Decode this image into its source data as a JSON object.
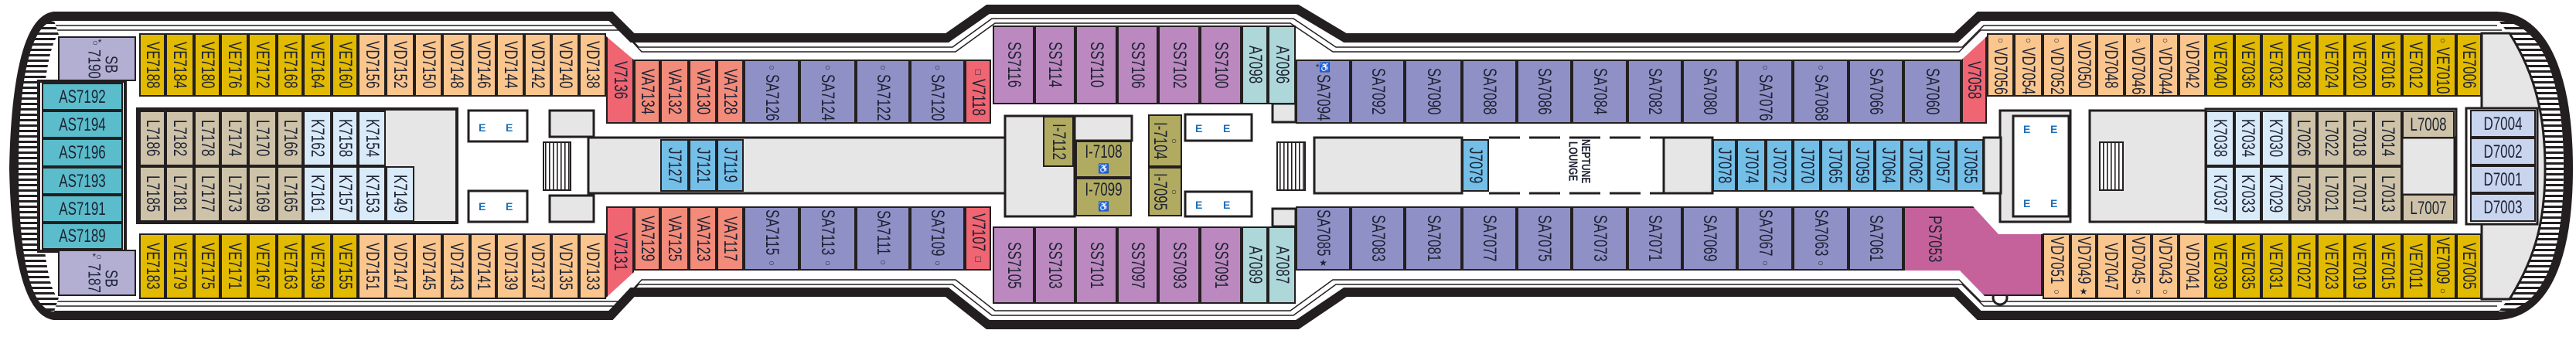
{
  "category_colors": {
    "VE": "#e2ba00",
    "VD": "#fbc68e",
    "L": "#cec3a9",
    "K": "#d9eaf8",
    "AS": "#5bbdcb",
    "SB": "#b2afd3",
    "V": "#ef6572",
    "VA": "#f38b7a",
    "SA": "#8f91c6",
    "SS": "#bb89bf",
    "A": "#aed7d9",
    "J": "#73bfe8",
    "I": "#b1ab62",
    "D": "#c9d5ef",
    "PS": "#c6629b"
  },
  "elevator_label": "E",
  "lounge": {
    "line1": "NEPTUNE",
    "line2": "LOUNGE"
  },
  "rows": {
    "left_top": [
      {
        "label": "VE7188"
      },
      {
        "label": "VE7184"
      },
      {
        "label": "VE7180"
      },
      {
        "label": "VE7176"
      },
      {
        "label": "VE7172"
      },
      {
        "label": "VE7168"
      },
      {
        "label": "VE7164"
      },
      {
        "label": "VE7160"
      },
      {
        "label": "VD7156"
      },
      {
        "label": "VD7152"
      },
      {
        "label": "VD7150"
      },
      {
        "label": "VD7148"
      },
      {
        "label": "VD7146"
      },
      {
        "label": "VD7144"
      },
      {
        "label": "VD7142"
      },
      {
        "label": "VD7140"
      },
      {
        "label": "VD7138"
      }
    ],
    "left_bottom": [
      {
        "label": "VE7183"
      },
      {
        "label": "VE7179"
      },
      {
        "label": "VE7175"
      },
      {
        "label": "VE7171"
      },
      {
        "label": "VE7167"
      },
      {
        "label": "VE7163"
      },
      {
        "label": "VE7159"
      },
      {
        "label": "VE7155"
      },
      {
        "label": "VD7151"
      },
      {
        "label": "VD7147"
      },
      {
        "label": "VD7145"
      },
      {
        "label": "VD7143"
      },
      {
        "label": "VD7141"
      },
      {
        "label": "VD7139"
      },
      {
        "label": "VD7137"
      },
      {
        "label": "VD7135"
      },
      {
        "label": "VD7133"
      }
    ],
    "left_center_top": [
      {
        "label": "L7186"
      },
      {
        "label": "L7182"
      },
      {
        "label": "L7178"
      },
      {
        "label": "L7174"
      },
      {
        "label": "L7170"
      },
      {
        "label": "L7166"
      },
      {
        "label": "K7162"
      },
      {
        "label": "K7158"
      },
      {
        "label": "K7154"
      }
    ],
    "left_center_bottom": [
      {
        "label": "L7185"
      },
      {
        "label": "L7181"
      },
      {
        "label": "L7177"
      },
      {
        "label": "L7173"
      },
      {
        "label": "L7169"
      },
      {
        "label": "L7165"
      },
      {
        "label": "K7161"
      },
      {
        "label": "K7157"
      },
      {
        "label": "K7153"
      },
      {
        "label": "K7149"
      }
    ],
    "narrow_top_a": [
      {
        "label": "VA7134"
      },
      {
        "label": "VA7132"
      },
      {
        "label": "VA7130"
      },
      {
        "label": "VA7128"
      },
      {
        "label": "SA7126",
        "mark": "○"
      },
      {
        "label": "SA7124",
        "mark": "○"
      },
      {
        "label": "SA7122",
        "mark": "○"
      },
      {
        "label": "SA7120",
        "mark": "○"
      },
      {
        "label": "V7118",
        "mark": "□"
      }
    ],
    "narrow_bottom_a": [
      {
        "label": "VA7129"
      },
      {
        "label": "VA7125"
      },
      {
        "label": "VA7123"
      },
      {
        "label": "VA7117"
      },
      {
        "label": "SA7115",
        "mark": "○"
      },
      {
        "label": "SA7113",
        "mark": "○"
      },
      {
        "label": "SA7111",
        "mark": "○"
      },
      {
        "label": "SA7109",
        "mark": "○"
      },
      {
        "label": "V7107",
        "mark": "□"
      }
    ],
    "j_a": [
      {
        "label": "J7127"
      },
      {
        "label": "J7121"
      },
      {
        "label": "J7119"
      }
    ],
    "mid_top": [
      {
        "label": "SS7116"
      },
      {
        "label": "SS7114"
      },
      {
        "label": "SS7110"
      },
      {
        "label": "SS7106"
      },
      {
        "label": "SS7102"
      },
      {
        "label": "SS7100"
      },
      {
        "label": "A7098"
      },
      {
        "label": "A7096"
      }
    ],
    "mid_bottom": [
      {
        "label": "SS7105"
      },
      {
        "label": "SS7103"
      },
      {
        "label": "SS7101"
      },
      {
        "label": "SS7097"
      },
      {
        "label": "SS7093"
      },
      {
        "label": "SS7091"
      },
      {
        "label": "A7089"
      },
      {
        "label": "A7087"
      }
    ],
    "narrow_top_b": [
      {
        "label": "SA7094",
        "mark": "*♿"
      },
      {
        "label": "SA7092"
      },
      {
        "label": "SA7090"
      },
      {
        "label": "SA7088"
      },
      {
        "label": "SA7086"
      },
      {
        "label": "SA7084"
      },
      {
        "label": "SA7082"
      },
      {
        "label": "SA7080"
      },
      {
        "label": "SA7076",
        "mark": "○"
      },
      {
        "label": "SA7068",
        "mark": "○"
      },
      {
        "label": "SA7066"
      },
      {
        "label": "SA7060"
      }
    ],
    "narrow_bottom_b": [
      {
        "label": "SA7085",
        "mark": "★"
      },
      {
        "label": "SA7083"
      },
      {
        "label": "SA7081"
      },
      {
        "label": "SA7077"
      },
      {
        "label": "SA7075"
      },
      {
        "label": "SA7073"
      },
      {
        "label": "SA7071"
      },
      {
        "label": "SA7069"
      },
      {
        "label": "SA7067",
        "mark": "○"
      },
      {
        "label": "SA7063",
        "mark": "○"
      },
      {
        "label": "SA7061"
      }
    ],
    "j_b": [
      {
        "label": "J7078"
      },
      {
        "label": "J7074"
      },
      {
        "label": "J7072"
      },
      {
        "label": "J7070"
      },
      {
        "label": "J7065"
      },
      {
        "label": "J7059"
      },
      {
        "label": "J7064"
      },
      {
        "label": "J7062"
      },
      {
        "label": "J7057"
      },
      {
        "label": "J7055"
      }
    ],
    "right_top": [
      {
        "label": "VD7056",
        "mark": "○"
      },
      {
        "label": "VD7054",
        "mark": "○"
      },
      {
        "label": "VD7052",
        "mark": "○"
      },
      {
        "label": "VD7050"
      },
      {
        "label": "VD7048"
      },
      {
        "label": "VD7046",
        "mark": "○"
      },
      {
        "label": "VD7044",
        "mark": "○"
      },
      {
        "label": "VD7042"
      },
      {
        "label": "VE7040"
      },
      {
        "label": "VE7036"
      },
      {
        "label": "VE7032"
      },
      {
        "label": "VE7028"
      },
      {
        "label": "VE7024"
      },
      {
        "label": "VE7020"
      },
      {
        "label": "VE7016"
      },
      {
        "label": "VE7012"
      },
      {
        "label": "VE7010",
        "mark": "○"
      },
      {
        "label": "VE7006"
      }
    ],
    "right_bottom": [
      {
        "label": "VD7051",
        "mark": "○"
      },
      {
        "label": "VD7049",
        "mark": "★"
      },
      {
        "label": "VD7047"
      },
      {
        "label": "VD7045",
        "mark": "○"
      },
      {
        "label": "VD7043",
        "mark": "○"
      },
      {
        "label": "VD7041"
      },
      {
        "label": "VE7039"
      },
      {
        "label": "VE7035"
      },
      {
        "label": "VE7031"
      },
      {
        "label": "VE7027"
      },
      {
        "label": "VE7023"
      },
      {
        "label": "VE7019"
      },
      {
        "label": "VE7015"
      },
      {
        "label": "VE7011"
      },
      {
        "label": "VE7009",
        "mark": "○"
      },
      {
        "label": "VE7005"
      }
    ],
    "right_center_top": [
      {
        "label": "K7038"
      },
      {
        "label": "K7034"
      },
      {
        "label": "K7030"
      },
      {
        "label": "L7026"
      },
      {
        "label": "L7022"
      },
      {
        "label": "L7018"
      },
      {
        "label": "L7014"
      }
    ],
    "right_center_bottom": [
      {
        "label": "K7037"
      },
      {
        "label": "K7033"
      },
      {
        "label": "K7029"
      },
      {
        "label": "L7025"
      },
      {
        "label": "L7021"
      },
      {
        "label": "L7017"
      },
      {
        "label": "L7013"
      }
    ]
  },
  "single": {
    "sb7190": {
      "label": "SB 7190",
      "mark": "○*"
    },
    "sb7187": {
      "label": "SB 7187",
      "mark": "*○"
    },
    "as7192": {
      "label": "AS7192"
    },
    "as7194": {
      "label": "AS7194"
    },
    "as7196": {
      "label": "AS7196"
    },
    "as7193": {
      "label": "AS7193"
    },
    "as7191": {
      "label": "AS7191"
    },
    "as7189": {
      "label": "AS7189"
    },
    "v7136": {
      "label": "V7136"
    },
    "v7131": {
      "label": "V7131"
    },
    "i7112": {
      "label": "I-7112"
    },
    "i7108": {
      "label": "I-7108",
      "mark": "♿"
    },
    "i7099": {
      "label": "I-7099",
      "mark": "♿"
    },
    "i7104": {
      "label": "I-7104",
      "mark": "○"
    },
    "i7095": {
      "label": "I-7095",
      "mark": "○"
    },
    "j7079": {
      "label": "J7079"
    },
    "v7058": {
      "label": "V7058"
    },
    "ps7053": {
      "label": "PS7053"
    },
    "l7008": {
      "label": "L7008"
    },
    "l7007": {
      "label": "L7007"
    },
    "d7004": {
      "label": "D7004"
    },
    "d7002": {
      "label": "D7002"
    },
    "d7001": {
      "label": "D7001"
    },
    "d7003": {
      "label": "D7003"
    }
  }
}
